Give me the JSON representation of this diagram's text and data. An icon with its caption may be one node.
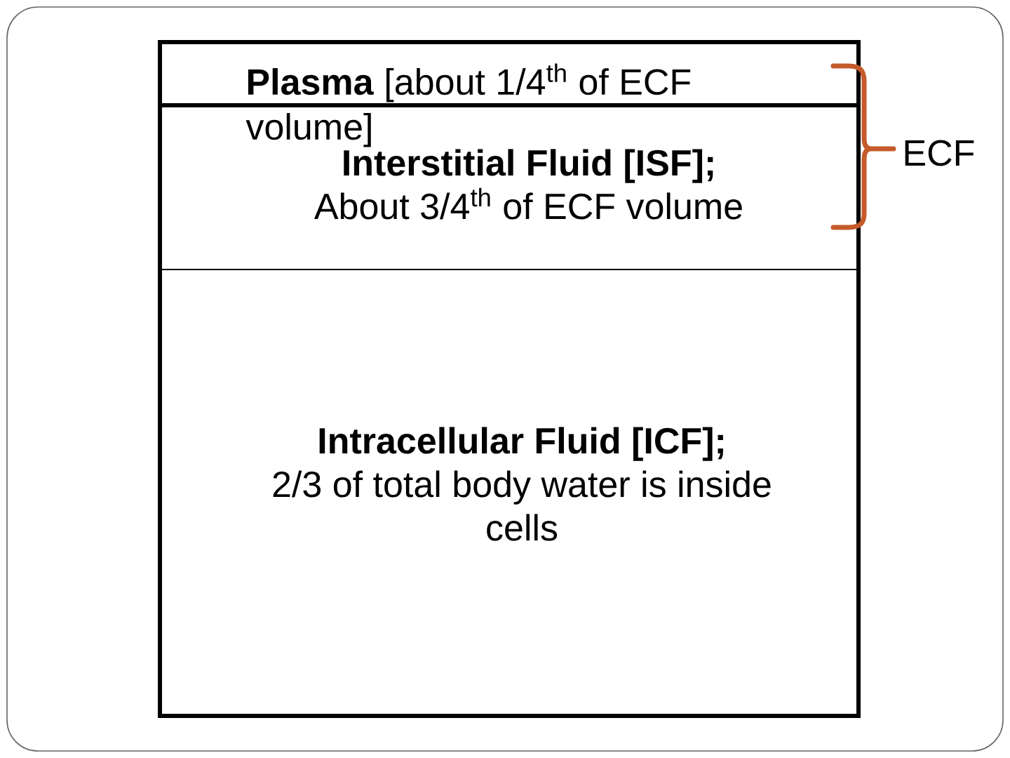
{
  "diagram": {
    "nodes": [
      {
        "text": [
          "**Plasma** [about 1/4$^{th}$ of ECF volume]"
        ]
      },
      {
        "text": [
          "Interstitial Fluid [ISF];",
          "About 3/4$^{th}$ of ECF volume"
        ]
      },
      {
        "text": [
          "Intracellular Fluid [ICF];",
          "2/3 of total body water is inside cells"
        ]
      }
    ],
    "labels": [
      "ECF"
    ]
  }
}
